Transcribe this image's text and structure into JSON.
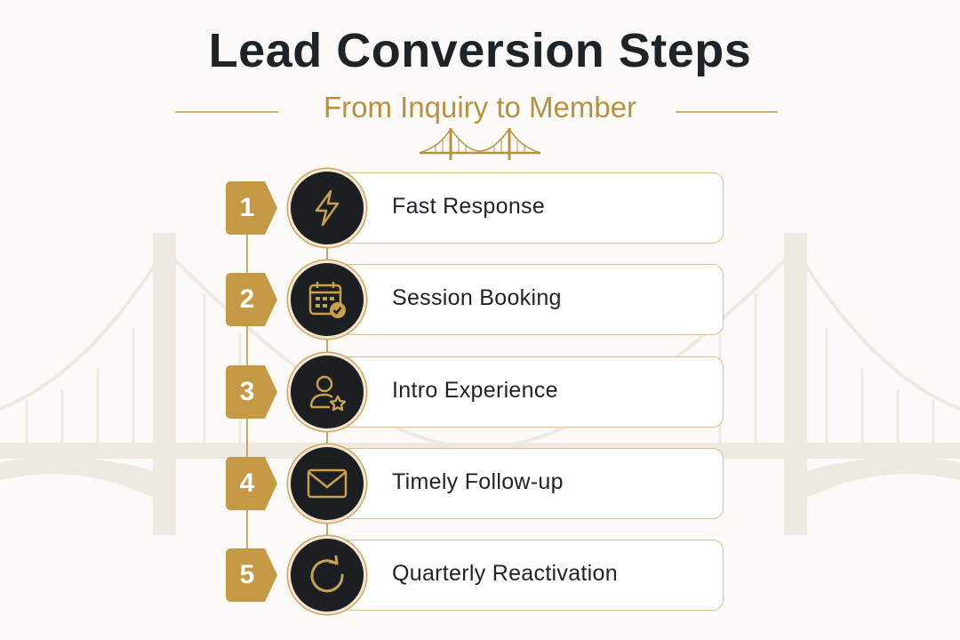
{
  "header": {
    "title": "Lead Conversion Steps",
    "subtitle": "From Inquiry to Member"
  },
  "colors": {
    "gold": "#c49a45",
    "dark": "#1b1f22",
    "text": "#1d2326"
  },
  "steps": [
    {
      "number": "1",
      "label": "Fast Response",
      "icon": "lightning-icon"
    },
    {
      "number": "2",
      "label": "Session Booking",
      "icon": "calendar-check-icon"
    },
    {
      "number": "3",
      "label": "Intro Experience",
      "icon": "user-star-icon"
    },
    {
      "number": "4",
      "label": "Timely Follow-up",
      "icon": "envelope-icon"
    },
    {
      "number": "5",
      "label": "Quarterly Reactivation",
      "icon": "refresh-icon"
    }
  ]
}
